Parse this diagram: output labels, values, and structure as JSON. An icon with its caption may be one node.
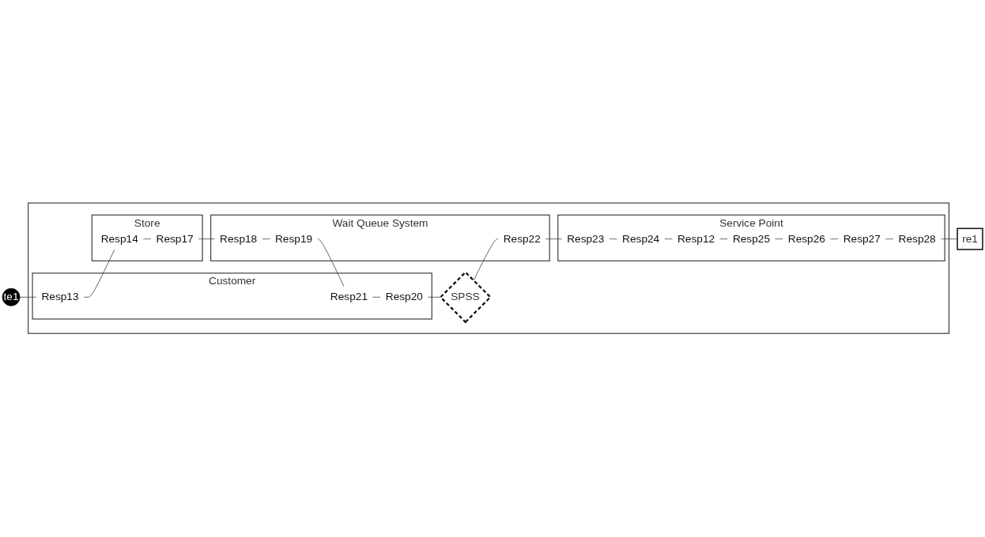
{
  "diagram": {
    "nodes": [
      {
        "text": [],
        "shape": "box"
      },
      {
        "text": [
          "Customer"
        ],
        "in": 0
      },
      {
        "text": [
          "Resp13"
        ],
        "in": 1
      },
      {
        "text": [
          "Resp20"
        ],
        "in": 1
      },
      {
        "text": [
          "Resp21"
        ],
        "in": 1
      },
      {
        "text": [
          "Store"
        ],
        "in": 0
      },
      {
        "text": [
          "Resp14"
        ],
        "in": 5
      },
      {
        "text": [
          "Resp17"
        ],
        "in": 5
      },
      {
        "text": [
          "te1"
        ]
      },
      {
        "text": [
          "Service Point"
        ],
        "in": 0
      },
      {
        "text": [
          "Resp25"
        ],
        "in": 9
      },
      {
        "text": [
          "Resp12"
        ],
        "in": 9
      },
      {
        "text": [
          "Resp24"
        ],
        "in": 9
      },
      {
        "text": [
          "Resp23"
        ],
        "in": 9
      },
      {
        "text": [
          "Resp26"
        ],
        "in": 9
      },
      {
        "text": [
          "Resp27"
        ],
        "in": 9
      },
      {
        "text": [
          "Resp28"
        ],
        "in": 9
      },
      {
        "text": [
          "SPSS"
        ],
        "in": 0
      },
      {
        "text": [
          "Wait Queue System"
        ],
        "in": 0
      },
      {
        "text": [
          "Resp19"
        ],
        "in": 18
      },
      {
        "text": [
          "Resp18"
        ],
        "in": 18
      },
      {
        "text": [
          "Resp22"
        ],
        "in": 18
      },
      {
        "text": [
          "re1"
        ]
      }
    ],
    "edges": [
      {
        "from": 8,
        "to": 2,
        "arrow": "none"
      },
      {
        "from": 2,
        "to": 6,
        "arrow": "none"
      },
      {
        "from": 6,
        "to": 7,
        "arrow": "none"
      },
      {
        "from": 7,
        "to": 20,
        "arrow": "none"
      },
      {
        "from": 20,
        "to": 19,
        "arrow": "none"
      },
      {
        "from": 19,
        "to": 4,
        "arrow": "none"
      },
      {
        "from": 4,
        "to": 3,
        "arrow": "none"
      },
      {
        "from": 3,
        "to": 17,
        "arrow": "none"
      },
      {
        "from": 17,
        "to": 21,
        "arrow": "none"
      },
      {
        "from": 21,
        "to": 13,
        "arrow": "none"
      },
      {
        "from": 13,
        "to": 12,
        "arrow": "none"
      },
      {
        "from": 12,
        "to": 11,
        "arrow": "none"
      },
      {
        "from": 11,
        "to": 10,
        "arrow": "none"
      },
      {
        "from": 10,
        "to": 14,
        "arrow": "none"
      },
      {
        "from": 14,
        "to": 15,
        "arrow": "none"
      },
      {
        "from": 15,
        "to": 16,
        "arrow": "none"
      },
      {
        "from": 16,
        "to": 22,
        "arrow": "none"
      }
    ]
  }
}
